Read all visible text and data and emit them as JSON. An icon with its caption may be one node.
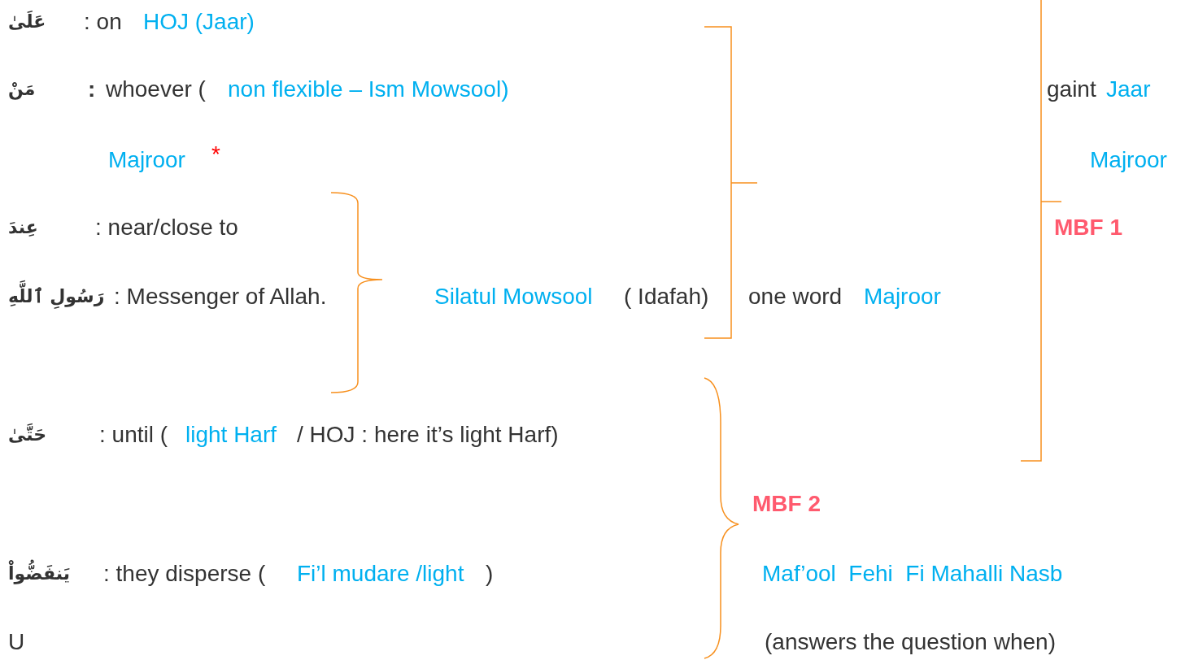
{
  "diagram": {
    "labels": [
      "عَلَىٰ",
      ": on",
      "HOJ (Jaar)",
      "مَنْ",
      ":",
      "whoever (",
      "non flexible – Ism Mowsool)",
      "gaint",
      "Jaar",
      "Majroor",
      "*",
      "Majroor",
      "عِندَ",
      ": near/close to",
      "MBF 1",
      "رَسُولِ ٱللَّهِ",
      ": Messenger of Allah.",
      "Silatul Mowsool",
      "( Idafah)",
      "one word",
      "Majroor",
      "حَتَّىٰ",
      ": until (",
      "light Harf",
      "/ HOJ : here it’s light Harf)",
      "MBF 2",
      "يَنفَضُّواْ",
      ": they disperse (",
      "Fi’l mudare /light",
      ")",
      "Maf’ool  Fehi  Fi Mahalli Nasb",
      "U",
      "(answers the question when)"
    ]
  }
}
